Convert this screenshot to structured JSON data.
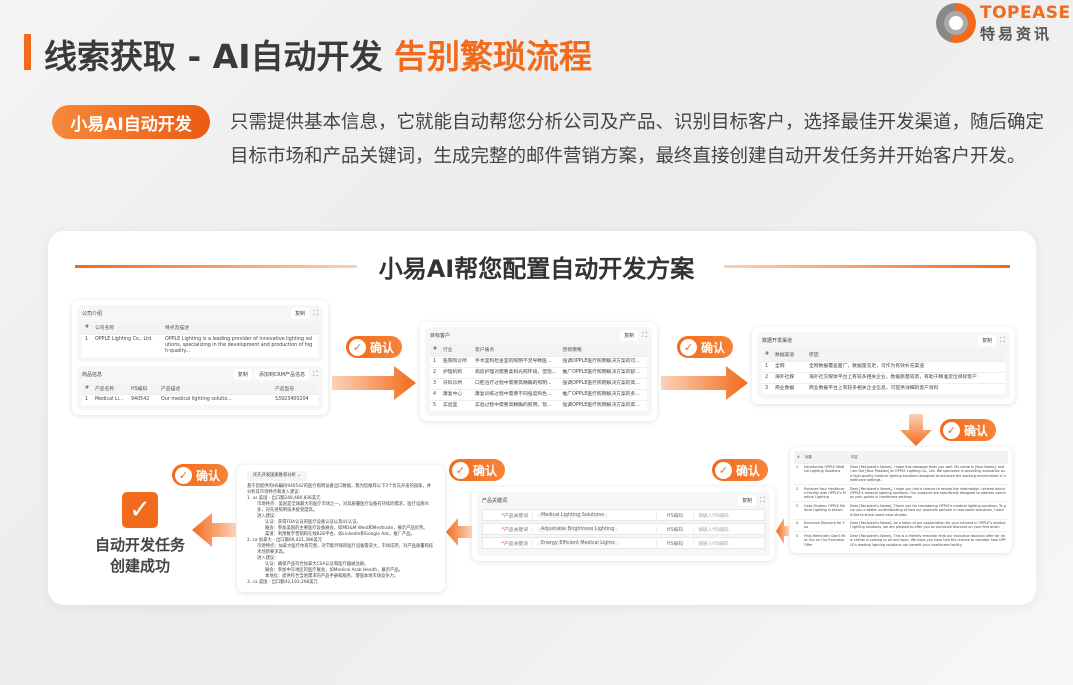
{
  "header": {
    "title_main": "线索获取 - AI自动开发 ",
    "title_highlight": "告别繁琐流程",
    "logo_text_en": "TOPEASE",
    "logo_text_cn": "特易资讯"
  },
  "intro": {
    "badge": "小易AI自动开发",
    "description": "只需提供基本信息，它就能自动帮您分析公司及产品、识别目标客户，选择最佳开发渠道，随后确定目标市场和产品关键词，生成完整的邮件营销方案，最终直接创建自动开发任务并开始客户开发。"
  },
  "card": {
    "title": "小易AI帮您配置自动开发方案"
  },
  "confirm_label": "确认",
  "colors": {
    "accent": "#f26a1b",
    "text": "#333333"
  },
  "company_panel": {
    "title": "公司介绍",
    "copy": "复制",
    "columns": [
      "#",
      "公司名称",
      "特点及描述"
    ],
    "rows": [
      [
        "1",
        "OPPLE Lighting Co., Ltd.",
        "OPPLE Lighting is a leading provider of innovative lighting solutions, specializing in the development and production of high-quality..."
      ]
    ]
  },
  "product_panel": {
    "title": "商品信息",
    "copy": "复制",
    "add_crm": "添加到CRM产品信息",
    "columns": [
      "#",
      "产品名称",
      "HS编码",
      "产品描述",
      "产品型号"
    ],
    "rows": [
      [
        "1",
        "Medical Li...",
        "940542",
        "Our medical lighting solutio...",
        "S3923400204"
      ]
    ]
  },
  "customer_panel": {
    "title": "目标客户",
    "copy": "复制",
    "columns": [
      "#",
      "行业",
      "客户痛点",
      "营销策略"
    ],
    "rows": [
      [
        "1",
        "医院和诊所",
        "手术室和检查室的照明不足导致医...",
        "强调OPPLE医疗照明解决方案的可..."
      ],
      [
        "2",
        "护理机构",
        "病房护理对需要柔和光照环境，但现...",
        "推广OPPLE医疗照明解决方案的舒..."
      ],
      [
        "3",
        "牙科诊所",
        "口腔治疗过程中需要高精确的照明...",
        "强调OPPLE医疗照明解决方案的高..."
      ],
      [
        "4",
        "康复中心",
        "康复训练过程中需要不同强度和色...",
        "推广OPPLE医疗照明解决方案的多..."
      ],
      [
        "5",
        "实验室",
        "实验过程中需要高精确的照明，现...",
        "强调OPPLE医疗照明解决方案的高..."
      ]
    ]
  },
  "channel_panel": {
    "title": "数据开发渠道",
    "copy": "复制",
    "columns": [
      "#",
      "数据渠道",
      "原因"
    ],
    "rows": [
      [
        "1",
        "全网",
        "全网数据覆盖面广，数据量充足，可作为有效补充渠道"
      ],
      [
        "2",
        "海外社媒",
        "海外社交媒体平台上有较多相关企业，数据质量较高，有助于精准定位目标客户"
      ],
      [
        "3",
        "商业数据",
        "商业数据平台上有较多相关企业信息，可提供详细的客户资料"
      ]
    ]
  },
  "email_panel": {
    "columns": [
      "#",
      "标题",
      "内容"
    ],
    "rows": [
      [
        "1",
        "Introducing OPPLE Medical Lighting Solutions",
        "Dear [Recipient's Name], I hope this message finds you well. My name is [Your Name], and I am the [Your Position] at OPPLE Lighting Co., Ltd. We specialize in providing innovative and high-quality medical lighting solutions designed to enhance the working environment in healthcare settings."
      ],
      [
        "2",
        "Enhance Your Healthcare Facility with OPPLE's Medical Lighting",
        "Dear [Recipient's Name], I hope you had a chance to review the information I shared about OPPLE's medical lighting solutions. Our products are specifically designed to address common pain points in healthcare settings."
      ],
      [
        "3",
        "Case Studies: OPPLE Medical Lighting in Action",
        "Dear [Recipient's Name], Thank you for considering OPPLE's medical lighting solutions. To give you a better understanding of how our products perform in real-world scenarios, I would like to share some case studies."
      ],
      [
        "4",
        "Exclusive Discount for You",
        "Dear [Recipient's Name], As a token of our appreciation for your interest in OPPLE's medical lighting solutions, we are pleased to offer you an exclusive discount on your first order."
      ],
      [
        "5",
        "Final Reminder: Don't Miss Out on Our Exclusive Offer",
        "Dear [Recipient's Name], This is a friendly reminder that our exclusive discount offer for new clients is coming to an end soon. We hope you have had the chance to consider how OPPLE's medical lighting solutions can benefit your healthcare facility."
      ]
    ]
  },
  "keyword_panel": {
    "title": "产品关键词",
    "copy": "复制",
    "label": "产品关键词",
    "hs_label": "HS编码",
    "hs_placeholder": "请输入HS编码",
    "keywords": [
      "Medical Lighting Solutions",
      "Adjustable Brightness Lighting",
      "Energy Efficient Medical Lights"
    ]
  },
  "market_panel": {
    "selector": "优先开发国家推荐分析",
    "lines": [
      {
        "t": "基于您提供的HS编码940542的医疗照明设备出口数据，我为您推荐以下3个优先开发的国家，并分析其市场特点和进入建议：",
        "c": ""
      },
      {
        "t": "1. us 美国 - 出口额248,480,836美元",
        "c": ""
      },
      {
        "t": "市场特点：美国是全球最大的医疗市场之一，对高质量医疗设备有持续的需求，医疗设施众多，对先进照明技术接受度高。",
        "c": "ind"
      },
      {
        "t": "进入建议：",
        "c": "ind"
      },
      {
        "t": "认证：获得FDA认证的医疗设备认证以及UL认证。",
        "c": "ind2"
      },
      {
        "t": "展会：参加美国的主要医疗设备展会，如MD&M West和Medtrade，展示产品优势。",
        "c": "ind2"
      },
      {
        "t": "渠道：利用数字营销和在线B2B平台，如LinkedIn和Google Ads，推广产品。",
        "c": "ind2"
      },
      {
        "t": "2. ca 加拿大 - 出口额69,421,386美元",
        "c": ""
      },
      {
        "t": "市场特点：加拿大医疗体系完善，对节能环保的医疗设备需求大，市场成熟，对产品质量和技术创新要求高。",
        "c": "ind"
      },
      {
        "t": "进入建议：",
        "c": "ind"
      },
      {
        "t": "认证：确保产品符合加拿大CSA认证和医疗器械注册。",
        "c": "ind2"
      },
      {
        "t": "展会：参加中东地区的医疗展会，如Medical Arab Health，展示产品。",
        "c": "ind2"
      },
      {
        "t": "本地化：提供符合当地需求的产品手册和服务，增强本地市场竞争力。",
        "c": "ind2"
      },
      {
        "t": "3. ca 美国 - 出口额42,193,298美元",
        "c": ""
      }
    ]
  },
  "result": {
    "line1": "自动开发任务",
    "line2": "创建成功"
  }
}
